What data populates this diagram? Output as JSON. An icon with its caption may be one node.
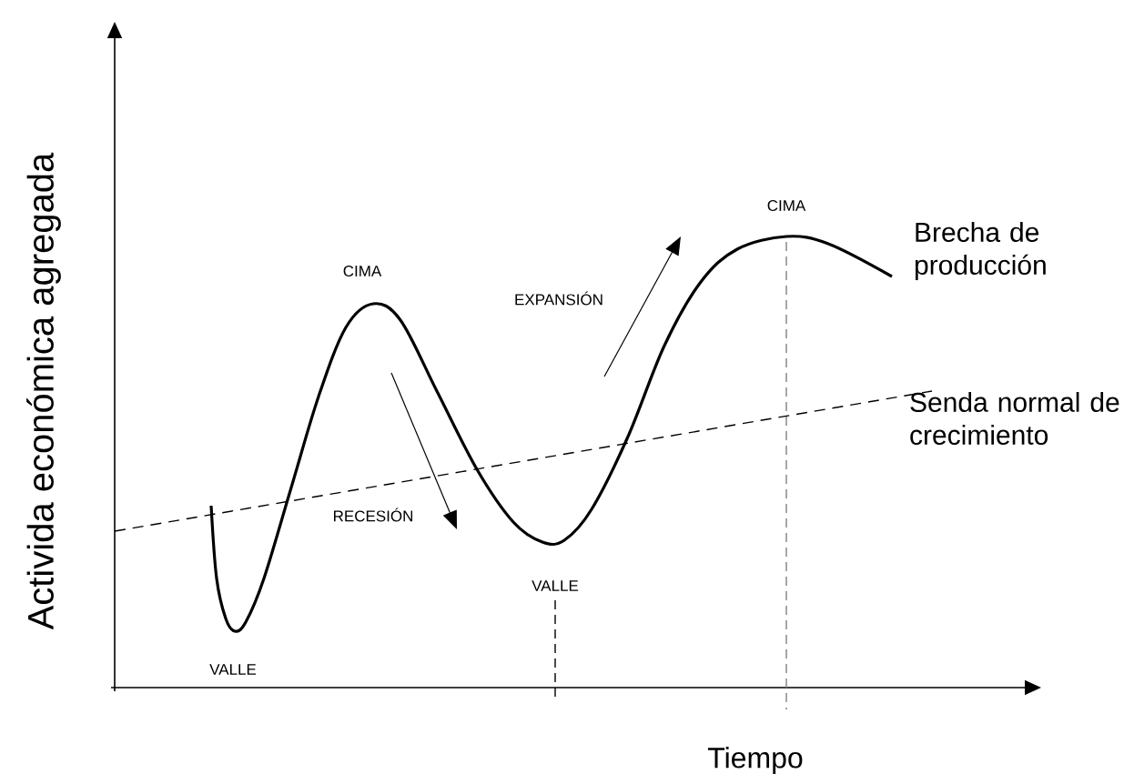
{
  "diagram": {
    "labels": [
      "Activida económica agregada",
      "CIMA",
      "Brecha de producción",
      "CIMA",
      "EXPANSIÓN",
      "Senda normal de crecimiento",
      "RECESIÓN",
      "VALLE",
      "VALLE",
      "Tiempo"
    ]
  }
}
